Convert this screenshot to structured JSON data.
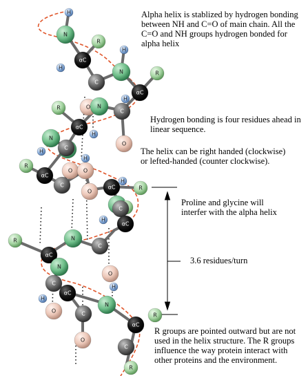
{
  "annotations": {
    "stabilized": "Alpha helix is stablized by hydrogen bonding between  NH and C=O of main chain.  All the C=O and NH groups hydrogen bonded for alpha helix",
    "four_residues": "Hydrogen bonding is four residues ahead in linear sequence.",
    "handedness": "The helix can be right handed (clockwise) or lefted-handed (counter clockwise).",
    "proline_glycine": "Proline and glycine will interfer with the alpha helix",
    "residues_per_turn": "3.6 residues/turn",
    "r_groups": "R groups are pointed outward but are not used in the helix structure. The R groups influence the way protein interact with other proteins and the environment."
  },
  "atom_labels": {
    "nitrogen": "N",
    "alpha_carbon": "αC",
    "carbon": "C",
    "oxygen": "O",
    "hydrogen": "H",
    "r_group": "R"
  },
  "colors": {
    "nitrogen": "#6fbf8a",
    "alpha_carbon": "#111111",
    "carbon": "#6e6e6e",
    "oxygen": "#ecc7b8",
    "hydrogen": "#8fb3e0",
    "r_group": "#a8d6a5",
    "backbone_path": "#e0552a",
    "hbond": "#1a1a1a"
  }
}
